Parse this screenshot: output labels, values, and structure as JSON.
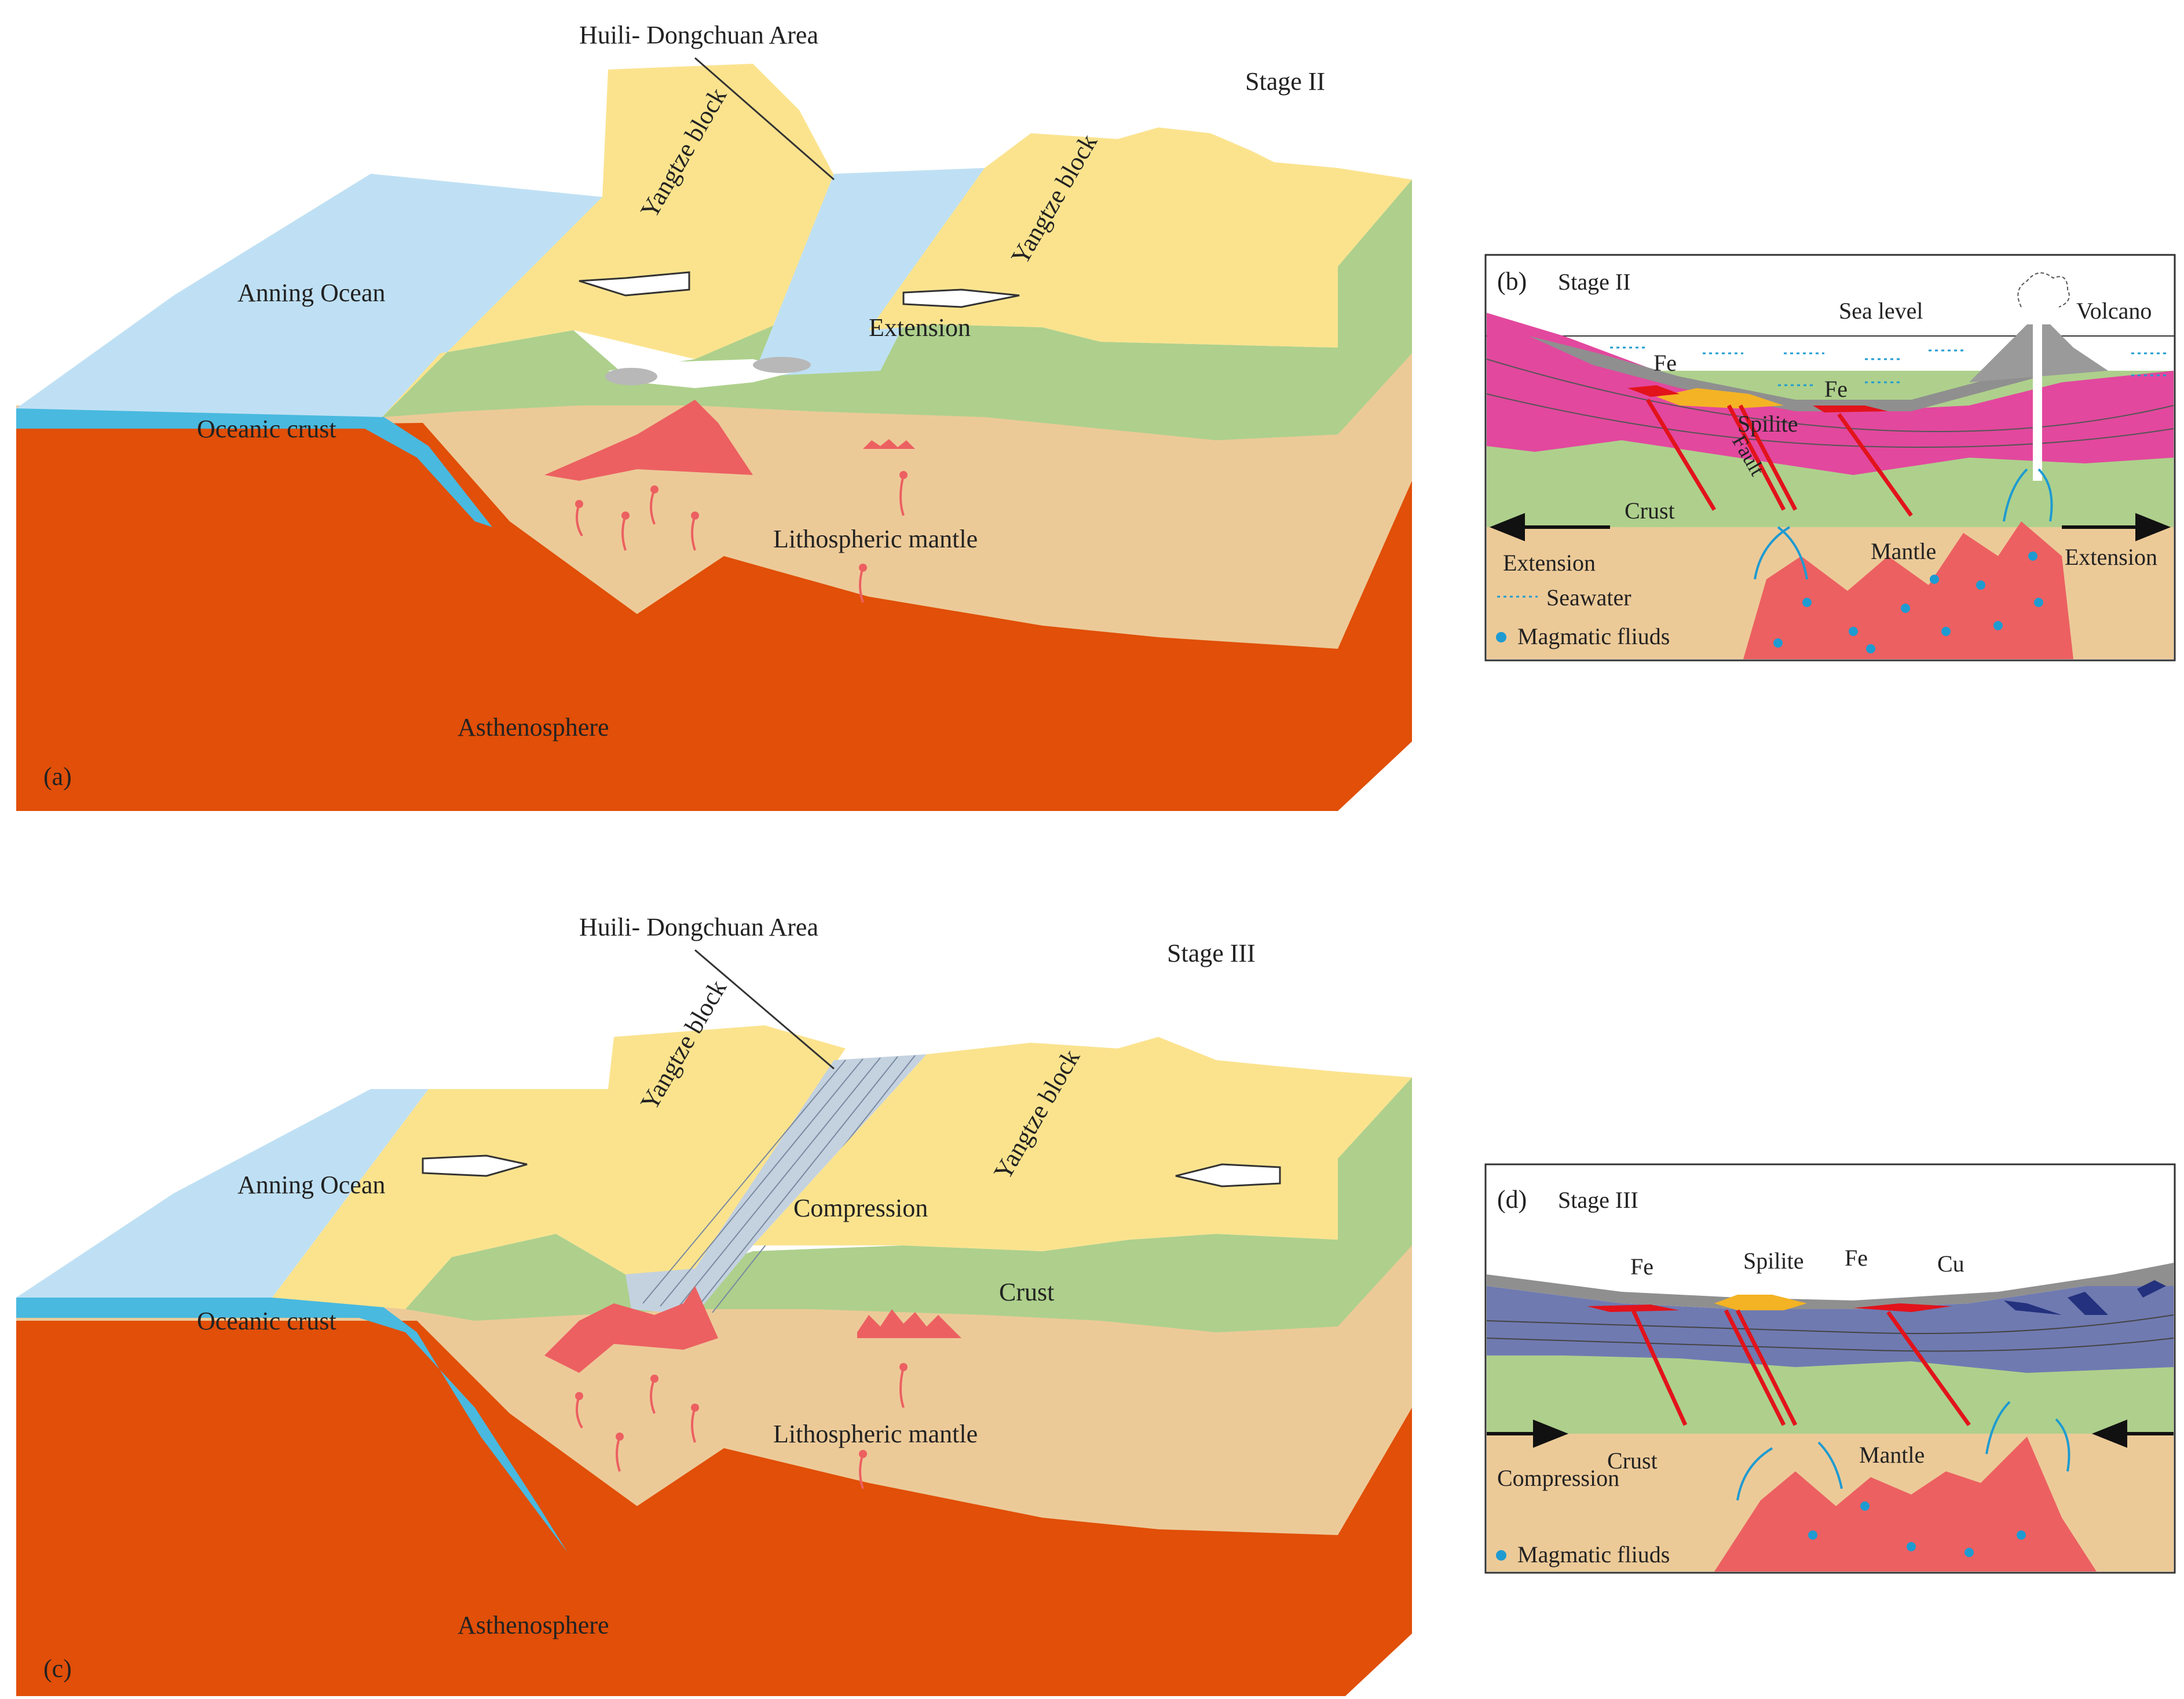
{
  "colors": {
    "ocean": "#bfe0f4",
    "yangtze_block": "#fbe38e",
    "crust": "#aed08c",
    "lithospheric_mantle": "#ecca98",
    "asthenosphere": "#e14f08",
    "oceanic_crust": "#49b9df",
    "magma": "#ec6061",
    "spilite": "#f4b324",
    "fault": "#e2131b",
    "volcanic_layer_b": "#e2489e",
    "volcanic_layer_d": "#6f7ab1",
    "fluid": "#1e9bd1"
  },
  "panel_a": {
    "label": "(a)",
    "stage": "Stage II",
    "area": "Huili- Dongchuan Area",
    "ocean": "Anning Ocean",
    "block_left": "Yangtze block",
    "block_right": "Yangtze block",
    "process": "Extension",
    "oceanic_crust": "Oceanic  crust",
    "mantle": "Lithospheric mantle",
    "asthenosphere": "Asthenosphere"
  },
  "panel_b": {
    "label": "(b)",
    "stage": "Stage II",
    "sea_level": "Sea level",
    "volcano": "Volcano",
    "fe1": "Fe",
    "fe2": "Fe",
    "spilite": "Spilite",
    "fault": "Fault",
    "crust": "Crust",
    "mantle": "Mantle",
    "extension_left": "Extension",
    "extension_right": "Extension",
    "legend_seawater": "Seawater",
    "legend_fluids": "Magmatic fliuds"
  },
  "panel_c": {
    "label": "(c)",
    "stage": "Stage III",
    "area": "Huili- Dongchuan Area",
    "ocean": "Anning Ocean",
    "block_left": "Yangtze block",
    "block_right": "Yangtze block",
    "process": "Compression",
    "crust": "Crust",
    "oceanic_crust": "Oceanic  crust",
    "mantle": "Lithospheric mantle",
    "asthenosphere": "Asthenosphere"
  },
  "panel_d": {
    "label": "(d)",
    "stage": "Stage III",
    "fe1": "Fe",
    "spilite": "Spilite",
    "fe2": "Fe",
    "cu": "Cu",
    "crust": "Crust",
    "mantle": "Mantle",
    "compression": "Compression",
    "legend_fluids": "Magmatic fliuds"
  }
}
